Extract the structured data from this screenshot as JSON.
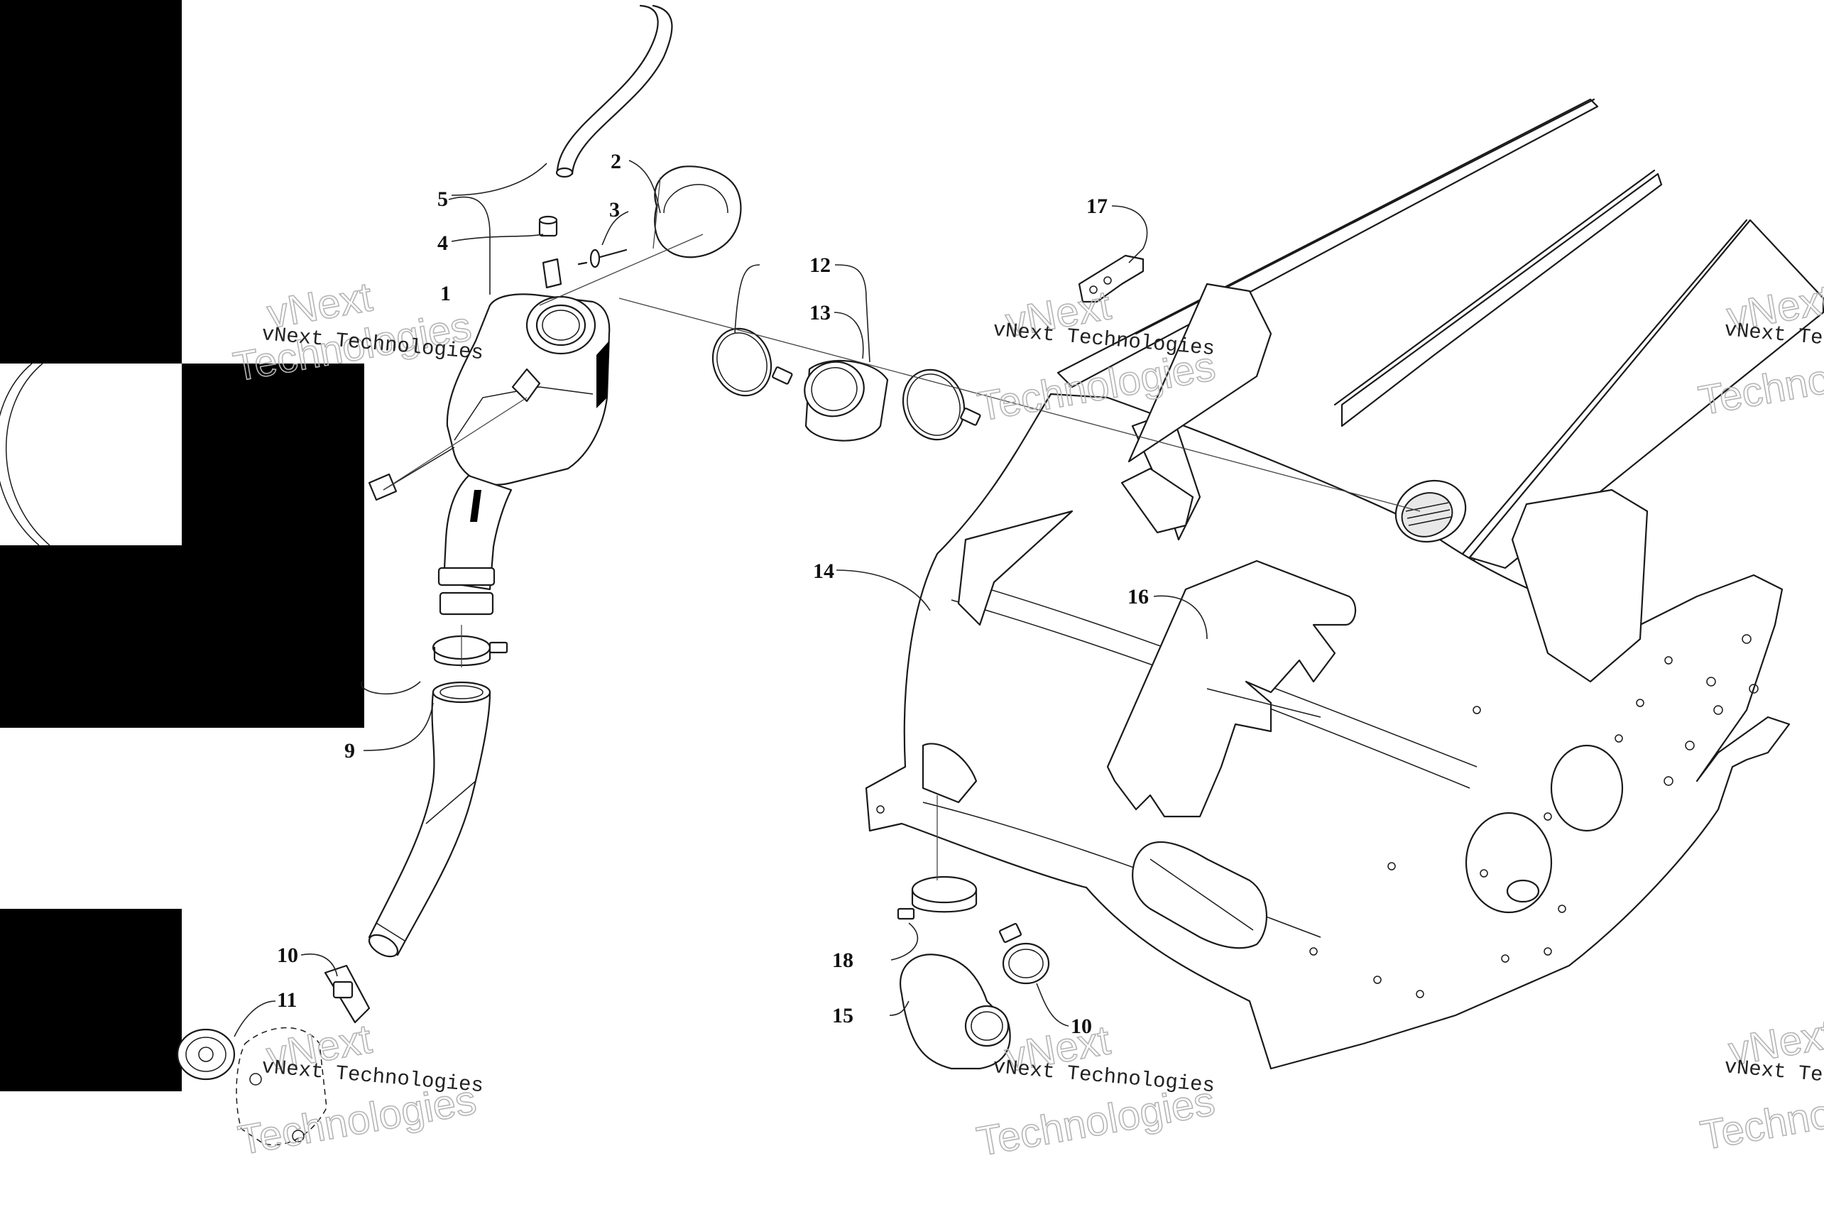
{
  "watermark": {
    "small_text": "vNext Technologies",
    "large_line1": "vNext",
    "large_line2": "Technologies"
  },
  "callouts": {
    "c1": "1",
    "c2": "2",
    "c3": "3",
    "c4": "4",
    "c5": "5",
    "c9": "9",
    "c10a": "10",
    "c10b": "10",
    "c11": "11",
    "c12": "12",
    "c13": "13",
    "c14": "14",
    "c15": "15",
    "c16": "16",
    "c17": "17",
    "c18": "18"
  },
  "colors": {
    "line": "#1a1a1a",
    "redaction_block": "#000000",
    "watermark_outline": "#b5b5b5"
  }
}
